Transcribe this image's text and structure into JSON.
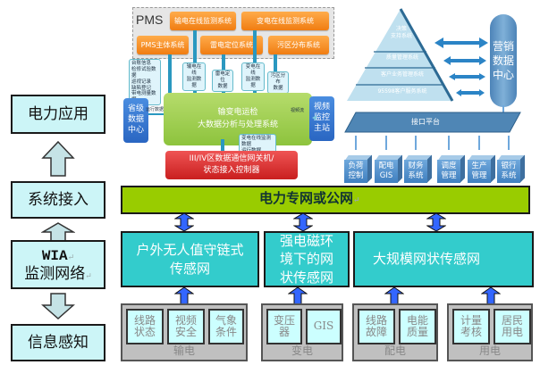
{
  "layers": {
    "application": "电力应用",
    "access": "系统接入",
    "network_line1": "WIA",
    "network_line2": "监测网络",
    "sensing": "信息感知",
    "return_mark": "↵"
  },
  "pms": {
    "label": "PMS",
    "systems": [
      "输电在线监测系统",
      "变电在线监测系统",
      "PMS主体系统",
      "雷电定位系统",
      "污区分布系统"
    ],
    "callouts": [
      [
        "台账信息",
        "检修试验数据",
        "巡视记录",
        "缺陷登记",
        "带电测量数据"
      ],
      [
        "输电在线",
        "监测数据"
      ],
      [
        "雷电定位",
        "数据"
      ],
      [
        "变电在线",
        "监测数据"
      ],
      [
        "污区分布",
        "数据"
      ]
    ],
    "bigdata_line1": "输变电运检",
    "bigdata_line2": "大数据分析与处理系统",
    "provincial_center": [
      "省级",
      "数据",
      "中心"
    ],
    "provincial_link_label": "运行数据",
    "video_station": [
      "视频",
      "监控",
      "主站"
    ],
    "video_link_label": "视频流",
    "gateway_callout": [
      "变电在线监测数据",
      "运行数据"
    ],
    "gateway_line1": "III/IV区数据通信网关机/",
    "gateway_line2": "状态接入控制器"
  },
  "marketing": {
    "pyramid_levels": [
      "决策\n支持系统",
      "质量管理系统",
      "客户业务管理系统",
      "95598客户服务系统"
    ],
    "data_center": [
      "营销",
      "数据",
      "中心"
    ],
    "interface_platform": "接口平台",
    "subsystems": [
      [
        "负荷",
        "控制"
      ],
      [
        "配电",
        "GIS"
      ],
      [
        "财务",
        "系统"
      ],
      [
        "调度",
        "管理"
      ],
      [
        "生产",
        "管理"
      ],
      [
        "银行",
        "系统"
      ]
    ]
  },
  "power_network": "电力专网或公网",
  "sensor_networks": [
    {
      "lines": [
        "户外无人值守链式",
        "传感网"
      ]
    },
    {
      "lines": [
        "强电磁环",
        "境下的网",
        "状传感网"
      ]
    },
    {
      "lines": [
        "大规模网状传感网"
      ]
    }
  ],
  "sensing_groups": [
    {
      "label": "输电",
      "cells": [
        "线路\n状态",
        "视频\n安全",
        "气象\n条件"
      ]
    },
    {
      "label": "变电",
      "cells": [
        "变压\n器",
        "GIS"
      ]
    },
    {
      "label": "配电",
      "cells": [
        "线路\n故障",
        "电能\n质量"
      ]
    },
    {
      "label": "用电",
      "cells": [
        "计量\n考核",
        "居民\n用电"
      ]
    }
  ],
  "colors": {
    "layer_box": "#ccf5f7",
    "power_bar": "#99cc00",
    "sensor_net": "#33cccc",
    "orange": "#f39322",
    "bigdata_green": "#9ccc45",
    "gateway_red": "#d93030",
    "arrow_blue": "#3366ff"
  }
}
